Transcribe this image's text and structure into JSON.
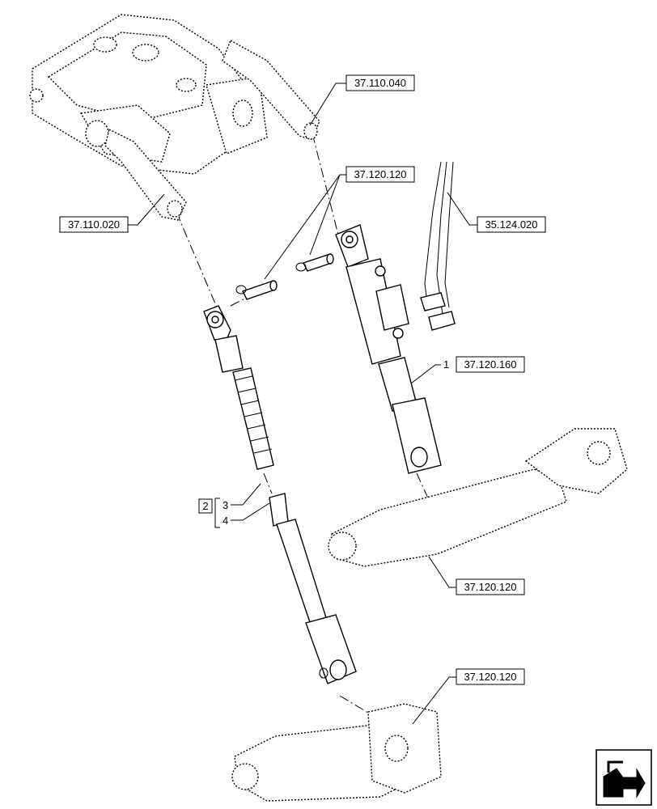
{
  "references": {
    "lift_arms": "37.110.040",
    "lift_housing": "37.110.020",
    "pins": "37.120.120",
    "hoses": "35.124.020",
    "lift_cylinder": "37.120.160",
    "lower_link_right": "37.120.120",
    "lower_link_left": "37.120.120"
  },
  "callouts": {
    "cylinder_item": "1",
    "group_item": "2",
    "rod_upper_item": "3",
    "rod_lower_item": "4"
  },
  "nav_icon": "arrow-navigation-icon"
}
